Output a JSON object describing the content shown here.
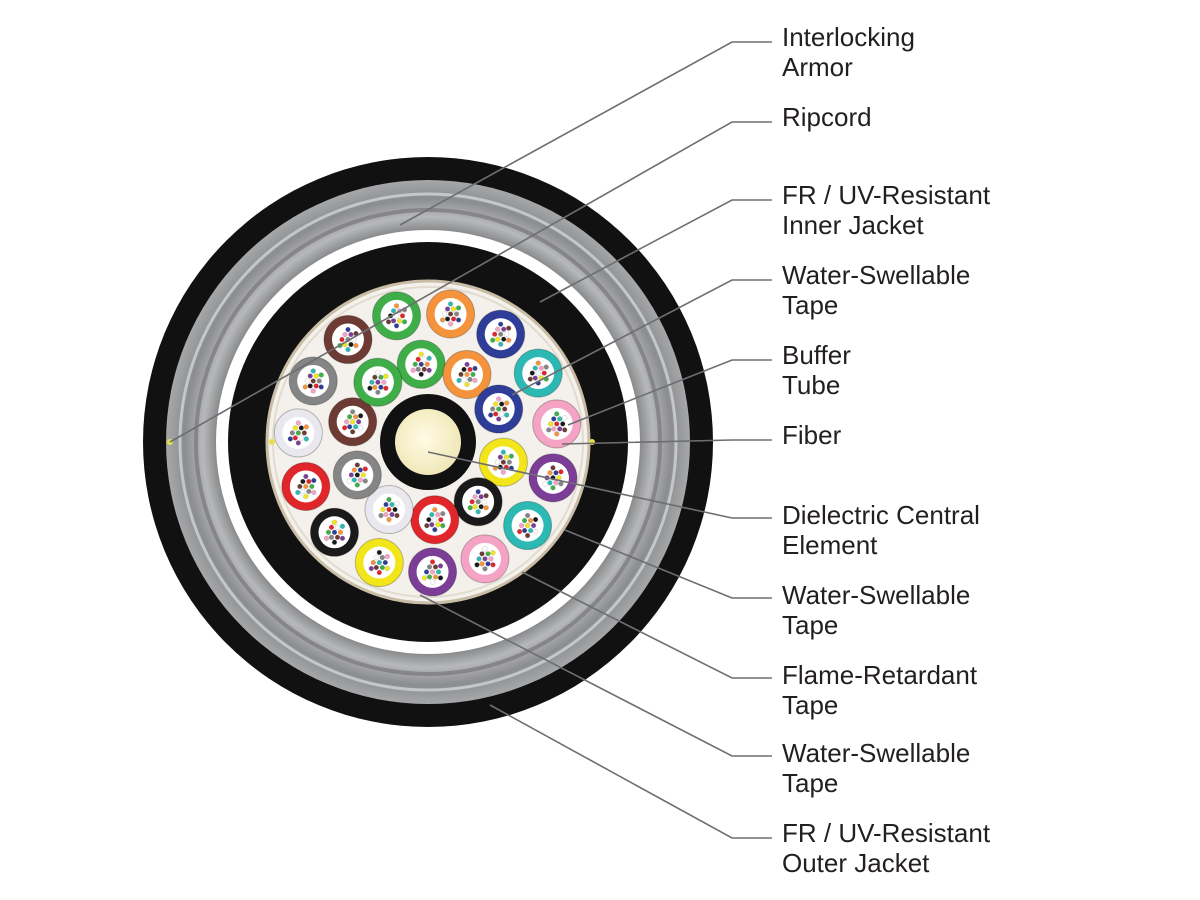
{
  "diagram": {
    "labels": [
      {
        "id": "interlocking-armor",
        "lines": [
          "Interlocking",
          "Armor"
        ]
      },
      {
        "id": "ripcord",
        "lines": [
          "Ripcord"
        ]
      },
      {
        "id": "inner-jacket",
        "lines": [
          "FR / UV-Resistant",
          "Inner Jacket"
        ]
      },
      {
        "id": "water-swellable-tape-1",
        "lines": [
          "Water-Swellable",
          "Tape"
        ]
      },
      {
        "id": "buffer-tube",
        "lines": [
          "Buffer",
          "Tube"
        ]
      },
      {
        "id": "fiber",
        "lines": [
          "Fiber"
        ]
      },
      {
        "id": "dielectric-central-element",
        "lines": [
          "Dielectric Central",
          "Element"
        ]
      },
      {
        "id": "water-swellable-tape-2",
        "lines": [
          "Water-Swellable",
          "Tape"
        ]
      },
      {
        "id": "flame-retardant-tape",
        "lines": [
          "Flame-Retardant",
          "Tape"
        ]
      },
      {
        "id": "water-swellable-tape-3",
        "lines": [
          "Water-Swellable",
          "Tape"
        ]
      },
      {
        "id": "outer-jacket",
        "lines": [
          "FR / UV-Resistant",
          "Outer Jacket"
        ]
      }
    ],
    "colors": {
      "jacket": "#111111",
      "armor": "#9a9b9d",
      "tape_white": "#ffffff",
      "core_background": "#f4f1ec",
      "central_element": "#f7f2cf",
      "leader_line": "#6d6e71",
      "text": "#231f20"
    },
    "buffer_tube_colors": [
      "blue",
      "orange",
      "green",
      "brown",
      "slate",
      "white",
      "red",
      "black",
      "yellow",
      "violet",
      "rose",
      "aqua"
    ]
  }
}
